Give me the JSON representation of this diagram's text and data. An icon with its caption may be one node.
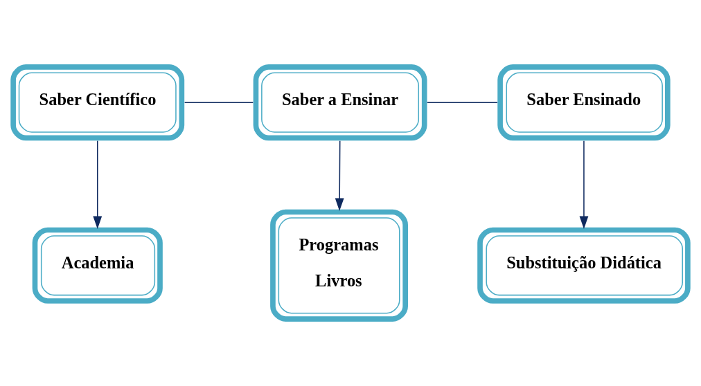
{
  "diagram": {
    "nodes": [
      {
        "text": [
          "Saber Científico"
        ]
      },
      {
        "text": [
          "Saber a Ensinar"
        ]
      },
      {
        "text": [
          "Saber Ensinado"
        ]
      },
      {
        "text": [
          "Academia"
        ]
      },
      {
        "text": [
          "Programas",
          "Livros"
        ]
      },
      {
        "text": [
          "Substituição Didática"
        ]
      }
    ],
    "edges": [
      {
        "from": 0,
        "to": 1,
        "arrow": "none"
      },
      {
        "from": 1,
        "to": 2,
        "arrow": "none"
      },
      {
        "from": 0,
        "to": 3,
        "arrow": "to"
      },
      {
        "from": 1,
        "to": 4,
        "arrow": "to"
      },
      {
        "from": 2,
        "to": 5,
        "arrow": "to"
      }
    ]
  }
}
